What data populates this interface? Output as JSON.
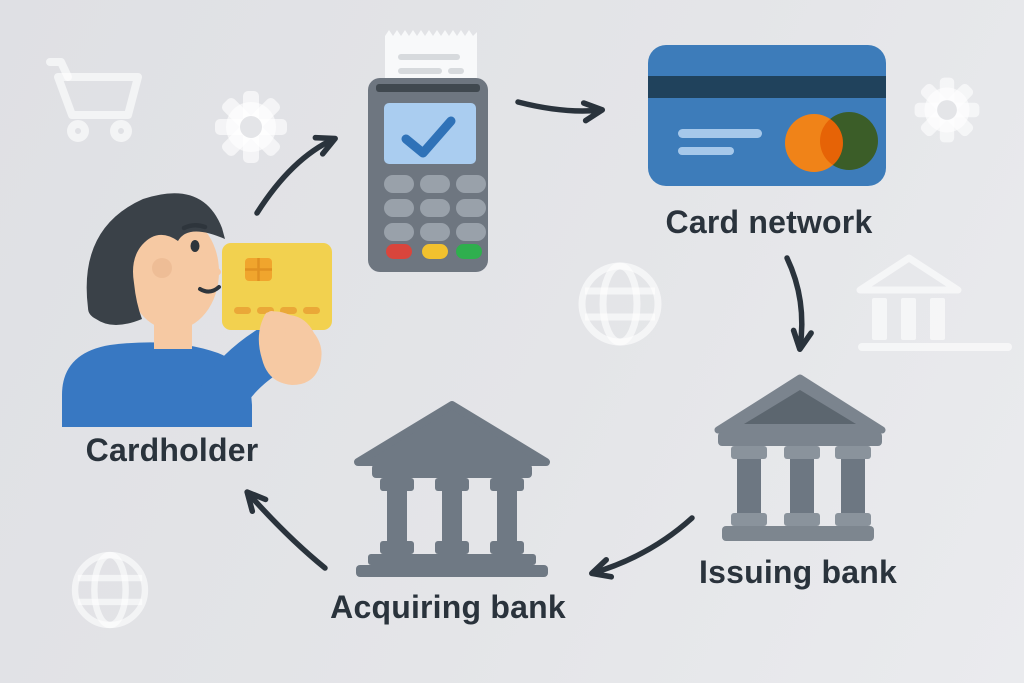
{
  "diagram": {
    "type": "flow",
    "subject": "card-payment-processing-flow",
    "nodes": {
      "cardholder": {
        "label": "Cardholder",
        "icon": "person-holding-card-icon"
      },
      "payment_terminal": {
        "icon": "pos-terminal-icon"
      },
      "card_network": {
        "label": "Card network",
        "icon": "credit-card-icon"
      },
      "issuing_bank": {
        "label": "Issuing bank",
        "icon": "bank-icon"
      },
      "acquiring_bank": {
        "label": "Acquiring bank",
        "icon": "bank-icon"
      }
    },
    "edges": [
      {
        "from": "cardholder",
        "to": "payment_terminal"
      },
      {
        "from": "payment_terminal",
        "to": "card_network"
      },
      {
        "from": "card_network",
        "to": "issuing_bank"
      },
      {
        "from": "issuing_bank",
        "to": "acquiring_bank"
      },
      {
        "from": "acquiring_bank",
        "to": "cardholder"
      }
    ],
    "background_icons": [
      "shopping-cart",
      "gear",
      "gear",
      "globe",
      "globe",
      "bank"
    ],
    "colors": {
      "background": "#e4e5e8",
      "text": "#2a333c",
      "arrow": "#2a333c",
      "shirt_blue": "#3878c2",
      "skin": "#f6c9a3",
      "hair": "#3a4148",
      "yellow_card": "#f2d14f",
      "card_chip_orange": "#f0a52d",
      "terminal_gray": "#6e7680",
      "terminal_screen_blue": "#aacdf0",
      "terminal_check_blue": "#2f72b8",
      "button_red": "#d9453c",
      "button_yellow": "#f2c12e",
      "button_green": "#2faf4e",
      "network_card_blue": "#3d7cba",
      "network_card_stripe": "#20425c",
      "circle_orange": "#f08318",
      "circle_yellow": "#f5bd2b",
      "bank_gray": "#6f7984",
      "watermark": "rgba(255,255,255,0.6)"
    }
  }
}
